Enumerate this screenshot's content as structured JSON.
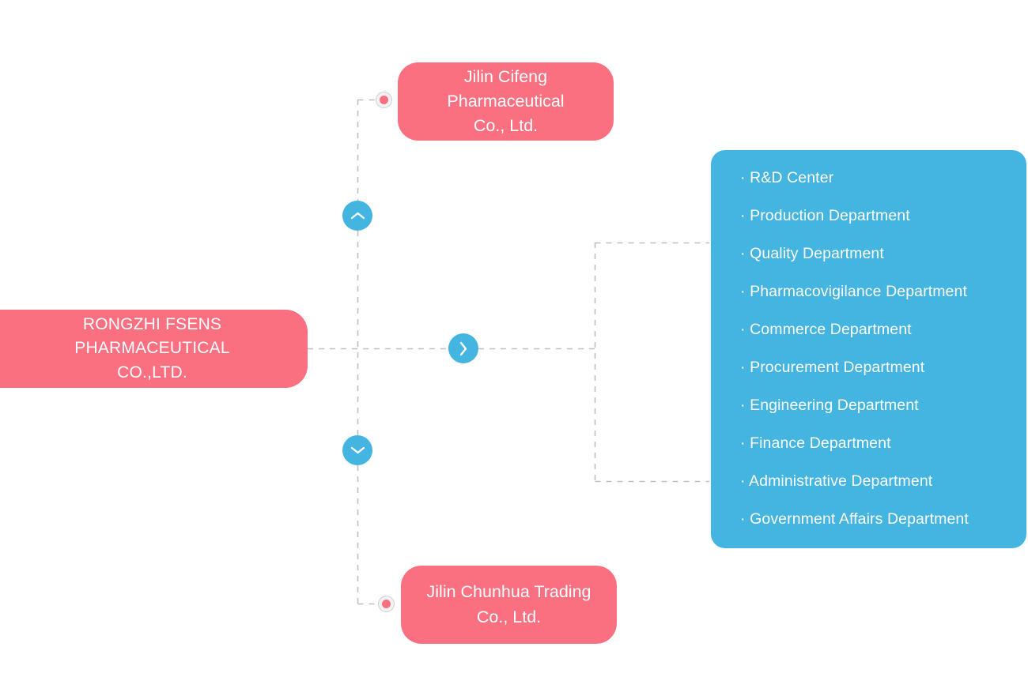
{
  "diagram": {
    "type": "organization-chart",
    "background_color": "#ffffff",
    "colors": {
      "node_pink": "#fa7081",
      "panel_blue": "#44b4e0",
      "connector_gray": "#bfbfbf",
      "dot_ring": "#d0d0d0",
      "text_white": "#ffffff"
    }
  },
  "root_node": {
    "line1": "RONGZHI FSENS PHARMACEUTICAL",
    "line2": "CO.,LTD."
  },
  "subsidiaries": [
    {
      "id": "jilin-cifeng",
      "line1": "Jilin Cifeng Pharmaceutical",
      "line2": "Co., Ltd."
    },
    {
      "id": "jilin-chunhua",
      "line1": "Jilin Chunhua Trading",
      "line2": "Co., Ltd."
    }
  ],
  "departments": {
    "items": [
      "· R&D Center",
      "· Production Department",
      "· Quality Department",
      "· Pharmacovigilance Department",
      "· Commerce Department",
      "· Procurement Department",
      "· Engineering Department",
      "· Finance Department",
      "· Administrative Department",
      "· Government Affairs Department"
    ]
  },
  "controls": {
    "expand_up": "chevron-up",
    "expand_right": "chevron-right",
    "expand_down": "chevron-down"
  }
}
